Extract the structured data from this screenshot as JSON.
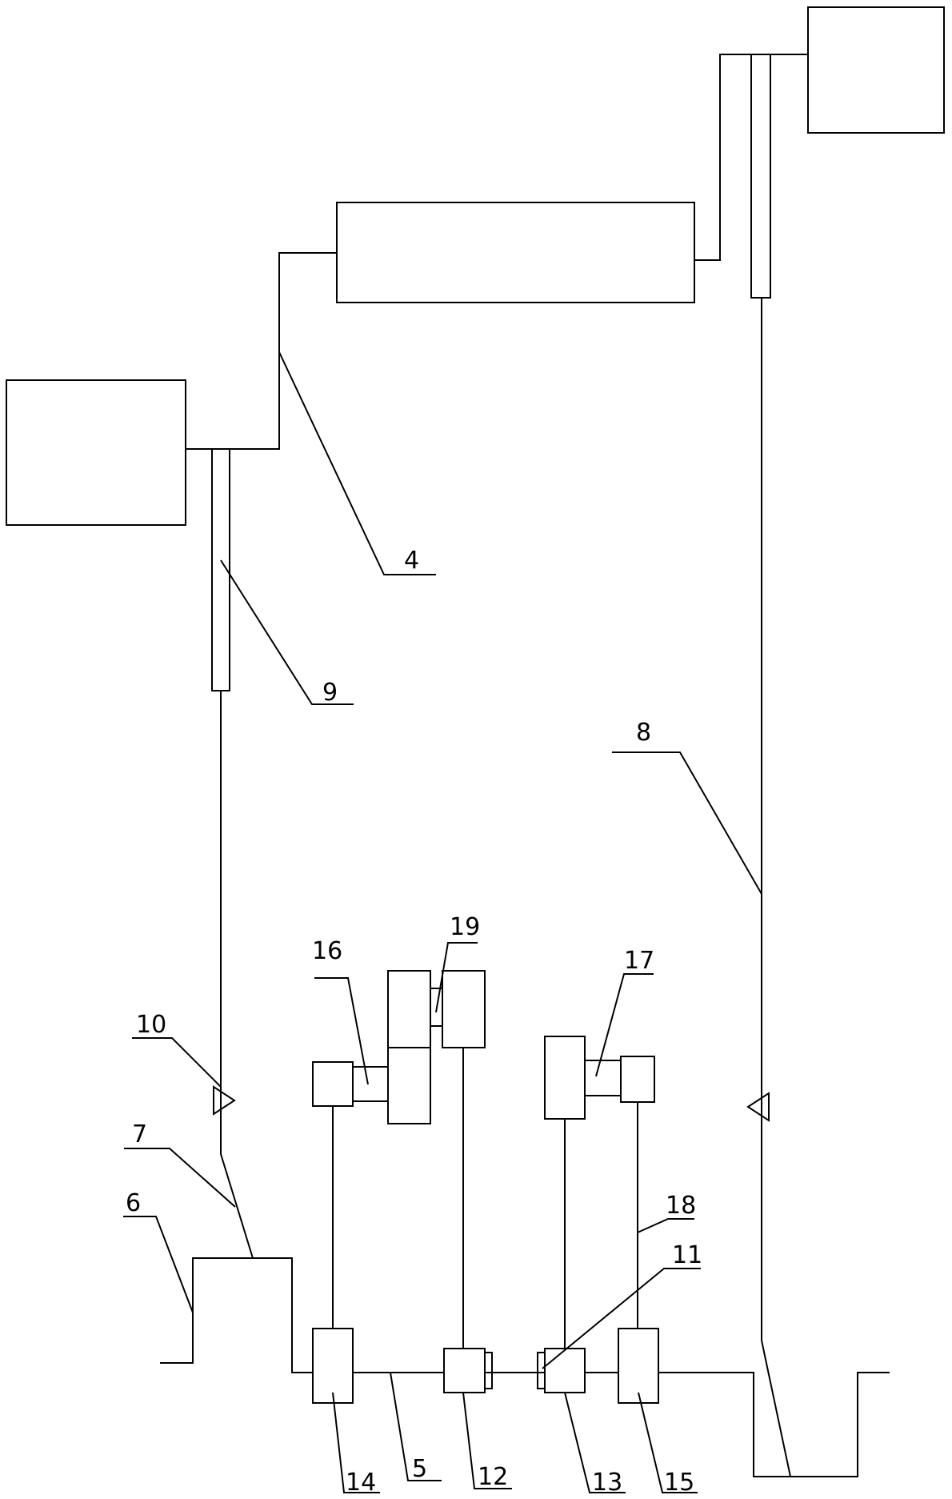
{
  "labels": {
    "l4": "4",
    "l5": "5",
    "l6": "6",
    "l7": "7",
    "l8": "8",
    "l9": "9",
    "l10": "10",
    "l11": "11",
    "l12": "12",
    "l13": "13",
    "l14": "14",
    "l15": "15",
    "l16": "16",
    "l17": "17",
    "l18": "18",
    "l19": "19"
  }
}
